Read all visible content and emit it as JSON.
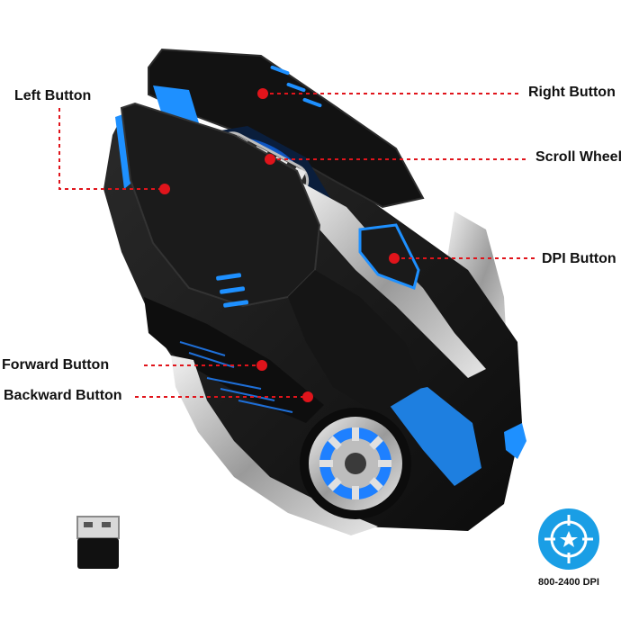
{
  "callouts": {
    "left_button": "Left Button",
    "right_button": "Right Button",
    "scroll_wheel": "Scroll Wheel",
    "dpi_button": "DPI Button",
    "forward_button": "Forward Button",
    "backward_button": "Backward Button"
  },
  "badge": {
    "dpi_range": "800-2400 DPI",
    "icon": "crosshair-star-icon"
  },
  "colors": {
    "callout_dot": "#e0141b",
    "accent_light": "#1e90ff",
    "badge_blue": "#1a9ee5",
    "mouse_body": "#161616"
  }
}
